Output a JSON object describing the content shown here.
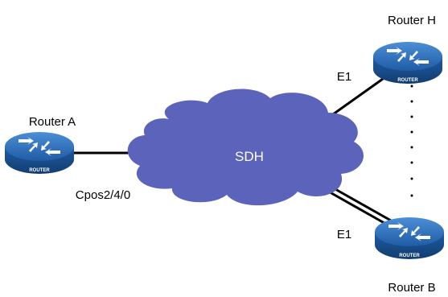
{
  "network": {
    "name": "SDH",
    "color": "#5b63ba"
  },
  "routers": {
    "a": {
      "name": "Router A",
      "port": "Cpos2/4/0",
      "badge": "ROUTER"
    },
    "h": {
      "name": "Router H",
      "link": "E1",
      "badge": "ROUTER"
    },
    "b": {
      "name": "Router B",
      "link": "E1",
      "badge": "ROUTER"
    }
  },
  "colors": {
    "router_body": "#1f5ca5",
    "router_dark": "#17467f",
    "line": "#000000"
  },
  "icons": {
    "router": "router-icon",
    "cloud": "cloud-icon",
    "ellipsis": "vertical-ellipsis-icon"
  }
}
